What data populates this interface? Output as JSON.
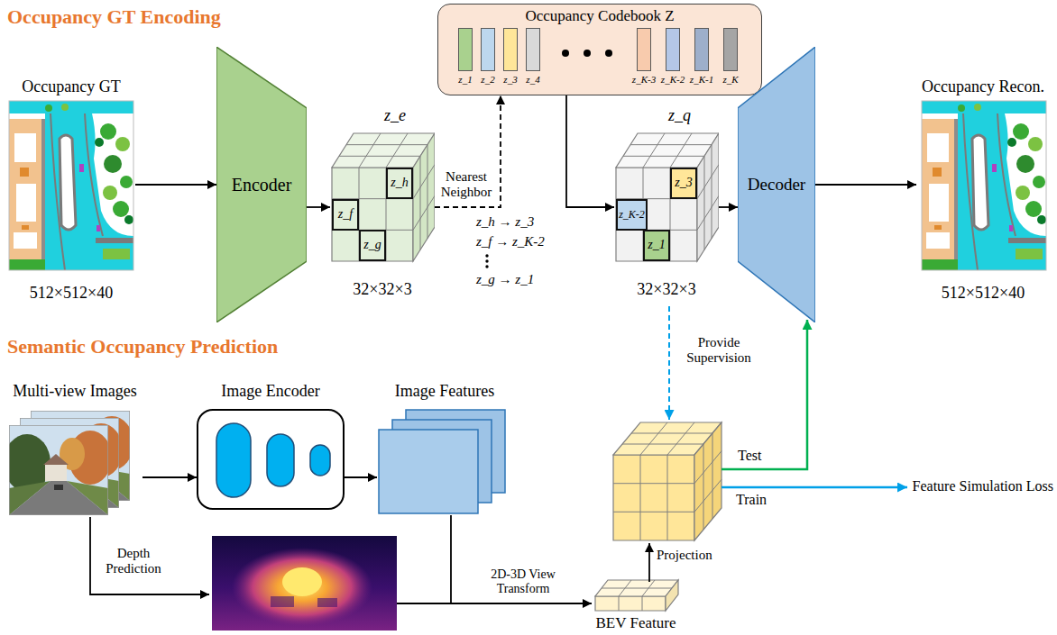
{
  "diagram": {
    "nodes": [
      {
        "text": [
          "Occupancy GT",
          "512×512×40"
        ]
      },
      {
        "text": [
          "Encoder"
        ]
      },
      {
        "text": [
          "z_e",
          "32×32×3"
        ]
      },
      {
        "text": [
          "z_h"
        ],
        "in": 2
      },
      {
        "text": [
          "z_f"
        ],
        "in": 2
      },
      {
        "text": [
          "z_g"
        ],
        "in": 2
      },
      {
        "text": [
          "Occupancy Codebook Z"
        ]
      },
      {
        "text": [
          "z_1"
        ],
        "in": 6
      },
      {
        "text": [
          "z_2"
        ],
        "in": 6
      },
      {
        "text": [
          "z_3"
        ],
        "in": 6
      },
      {
        "text": [
          "z_4"
        ],
        "in": 6
      },
      {
        "text": [
          "z_K-3"
        ],
        "in": 6
      },
      {
        "text": [
          "z_K-2"
        ],
        "in": 6
      },
      {
        "text": [
          "z_K-1"
        ],
        "in": 6
      },
      {
        "text": [
          "z_K"
        ],
        "in": 6
      },
      {
        "text": [
          "z_q",
          "32×32×3"
        ]
      },
      {
        "text": [
          "z_3"
        ],
        "in": 15
      },
      {
        "text": [
          "z_K-2"
        ],
        "in": 15
      },
      {
        "text": [
          "z_1"
        ],
        "in": 15
      },
      {
        "text": [
          "Decoder"
        ]
      },
      {
        "text": [
          "Occupancy Recon.",
          "512×512×40"
        ]
      },
      {
        "text": [
          "Multi-view Images"
        ]
      },
      {
        "text": [
          "Image Encoder"
        ]
      },
      {
        "text": [
          "Image Features"
        ]
      },
      {
        "text": [
          "BEV Feature"
        ]
      }
    ],
    "edges": [
      {
        "from": 0,
        "to": 1,
        "arrow": "to"
      },
      {
        "from": 1,
        "to": 2,
        "arrow": "to"
      },
      {
        "from": 2,
        "to": 6,
        "arrow": "to",
        "label": "Nearest Neighbor"
      },
      {
        "from": 6,
        "to": 15,
        "arrow": "to"
      },
      {
        "from": 15,
        "to": 19,
        "arrow": "to"
      },
      {
        "from": 19,
        "to": 20,
        "arrow": "to"
      },
      {
        "from": 21,
        "to": 22,
        "arrow": "to"
      },
      {
        "from": 22,
        "to": 23,
        "arrow": "to"
      }
    ],
    "labels": [
      "Occupancy GT Encoding",
      "z_h → z_3",
      "z_f → z_K-2",
      "z_g → z_1",
      "Semantic Occupancy Prediction",
      "Depth Prediction",
      "2D-3D View Transform",
      "Provide Supervision",
      "Projection",
      "Test",
      "Train",
      "Feature Simulation Loss"
    ]
  }
}
